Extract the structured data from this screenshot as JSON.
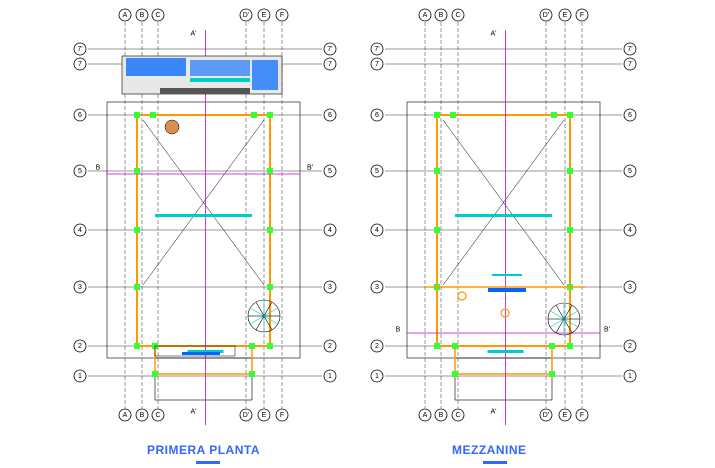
{
  "axes": {
    "letters": [
      "A",
      "B",
      "C",
      "D'",
      "E",
      "F"
    ],
    "numbers": [
      "1",
      "2",
      "3",
      "4",
      "5",
      "6",
      "7",
      "7'"
    ],
    "section_left": "A'",
    "section_right": "A'",
    "section_side_left": "B",
    "section_side_right": "B'"
  },
  "plans": [
    {
      "title": "PRIMERA PLANTA"
    },
    {
      "title": "MEZZANINE"
    }
  ],
  "colors": {
    "grid": "#000000",
    "wall": "#ff9900",
    "column": "#33ff33",
    "axis_line": "#cc00cc",
    "label": "#00cccc",
    "blue_fill": "#0066ff",
    "title": "#3366ff"
  }
}
